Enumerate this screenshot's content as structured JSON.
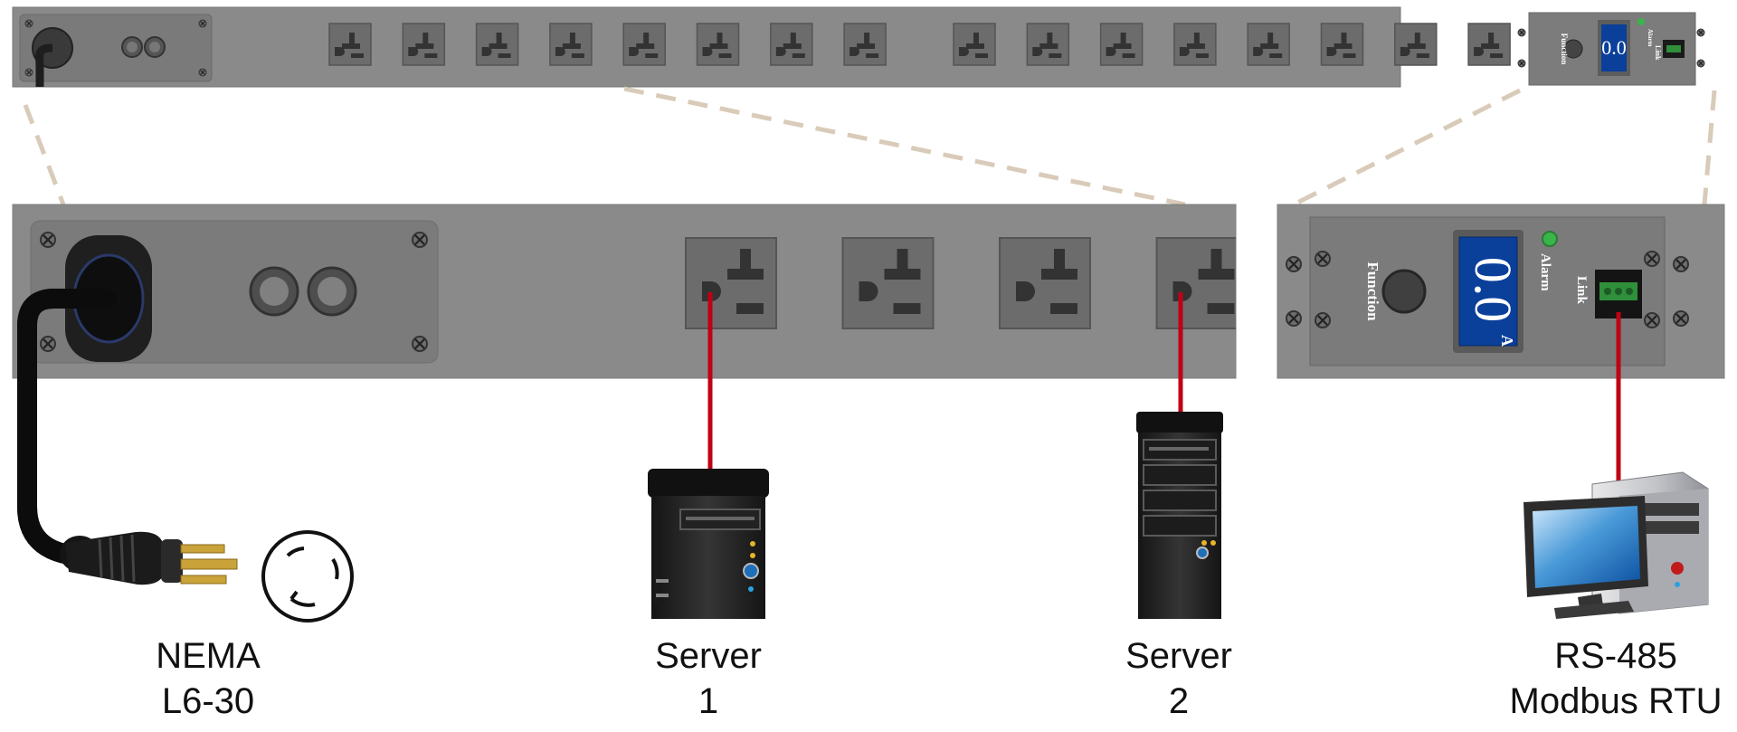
{
  "pdu_strip": {
    "outlet_count_left": 8,
    "outlet_count_right": 8,
    "outlet_count_detail": 4
  },
  "meter": {
    "display_value": "0.0",
    "display_unit": "A",
    "function_label": "Function",
    "alarm_label": "Alarm",
    "link_label": "Link"
  },
  "labels": {
    "plug": [
      "NEMA",
      "L6-30"
    ],
    "server1": [
      "Server",
      "1"
    ],
    "server2": [
      "Server",
      "2"
    ],
    "computer": [
      "RS-485",
      "Modbus RTU"
    ]
  },
  "colors": {
    "panel": "#8a8a8a",
    "panel_dark": "#7a7a7a",
    "outlet": "#6c6c6c",
    "cable_red": "#c00015",
    "cable_black": "#1a1a1a",
    "lcd_blue": "#0a3f9a",
    "led_green": "#39b54a",
    "dash": "#d9cbb9"
  },
  "icons": [
    "screw-icon",
    "outlet-icon",
    "plug-icon",
    "server-tower-icon",
    "desktop-computer-icon",
    "monitor-icon"
  ]
}
